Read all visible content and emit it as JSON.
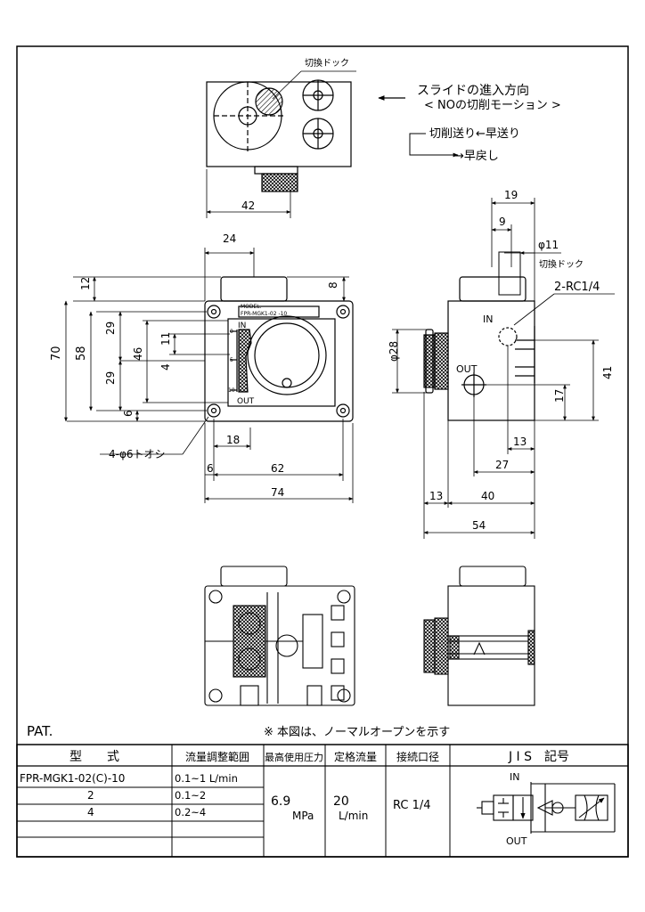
{
  "labels": {
    "switch_dog": "切換ドック",
    "slide_direction": "スライドの進入方向",
    "no_motion": "< NOの切削モーション >",
    "cutting_feed": "切削送り←早送り",
    "rapid_return": "→早戻し",
    "switch_dog_side": "切換ドック",
    "phi11": "φ11",
    "ports": "2-RC1/4",
    "port_in": "IN",
    "port_out": "OUT",
    "phi28": "φ28",
    "holes": "4-φ6トオシ",
    "model_plate_1": "MODEL.",
    "model_plate_2": "FPR-MGK1-02 -10",
    "plate_in": "IN",
    "plate_out": "OUT",
    "plate_0": "0",
    "plate_5": "5",
    "plate_10": "10",
    "pat": "PAT.",
    "note": "※ 本図は、ノーマルオープンを示す"
  },
  "dims": {
    "d42": "42",
    "d24": "24",
    "d8": "8",
    "d12": "12",
    "d70": "70",
    "d58": "58",
    "d29a": "29",
    "d29b": "29",
    "d46": "46",
    "d4": "4",
    "d11": "11",
    "d6v": "6",
    "d18": "18",
    "d6h": "6",
    "d62": "62",
    "d74": "74",
    "d19": "19",
    "d9": "9",
    "d41": "41",
    "d17": "17",
    "d13a": "13",
    "d27": "27",
    "d13b": "13",
    "d40": "40",
    "d54": "54"
  },
  "table": {
    "headers": [
      "型　　式",
      "流量調整範囲",
      "最高使用圧力",
      "定格流量",
      "接続口径",
      "J I S　記号"
    ],
    "models": [
      "FPR-MGK1-02(C)-10",
      "2",
      "4"
    ],
    "ranges": [
      "0.1~1 L/min",
      "0.1~2",
      "0.2~4"
    ],
    "pressure_1": "6.9",
    "pressure_2": "MPa",
    "flow_1": "20",
    "flow_2": "L/min",
    "port_size": "RC 1/4",
    "jis_in": "IN",
    "jis_out": "OUT"
  }
}
